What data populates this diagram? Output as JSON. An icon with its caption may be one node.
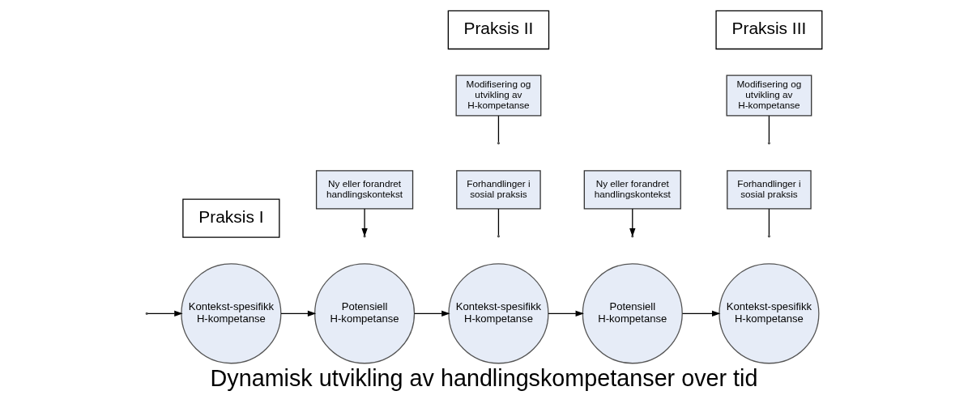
{
  "diagram": {
    "caption": "Dynamisk utvikling av handlingskompetanser over tid",
    "nodes": [
      {
        "text": [
          "Kontekst-spesifikk H-kompetanse"
        ]
      },
      {
        "text": [
          "Potensiell H-kompetanse"
        ]
      },
      {
        "text": [
          "Ny eller forandret handlingskontekst"
        ]
      },
      {
        "text": [
          "Forhandlinger i sosial praksis"
        ]
      },
      {
        "text": [
          "Modifisering og utvikling av H-kompetanse"
        ]
      },
      {
        "text": [
          "Kontekst-spesifikk H-kompetanse"
        ]
      },
      {
        "text": [
          "Potensiell H-kompetanse"
        ]
      },
      {
        "text": [
          "Ny eller forandret handlingskontekst"
        ]
      },
      {
        "text": [
          "Forhandlinger i sosial praksis"
        ]
      },
      {
        "text": [
          "Modifisering og utvikling av H-kompetanse"
        ]
      },
      {
        "text": [
          "Kontekst-spesifikk H-kompetanse"
        ]
      },
      {
        "text": [
          "Praksis I"
        ]
      },
      {
        "text": [
          "Praksis II"
        ]
      },
      {
        "text": [
          "Praksis III"
        ]
      }
    ],
    "edges": [
      {
        "from": null,
        "to": 0,
        "arrow": "to"
      },
      {
        "from": 0,
        "to": 1,
        "arrow": "to"
      },
      {
        "from": 2,
        "to": null,
        "arrow": "to"
      },
      {
        "from": 1,
        "to": 5,
        "arrow": "to"
      },
      {
        "from": 3,
        "to": null,
        "arrow": "none"
      },
      {
        "from": 4,
        "to": null,
        "arrow": "none"
      },
      {
        "from": 5,
        "to": 6,
        "arrow": "to"
      },
      {
        "from": 7,
        "to": null,
        "arrow": "to"
      },
      {
        "from": 6,
        "to": 10,
        "arrow": "to"
      },
      {
        "from": 8,
        "to": null,
        "arrow": "none"
      },
      {
        "from": 9,
        "to": null,
        "arrow": "none"
      }
    ]
  }
}
